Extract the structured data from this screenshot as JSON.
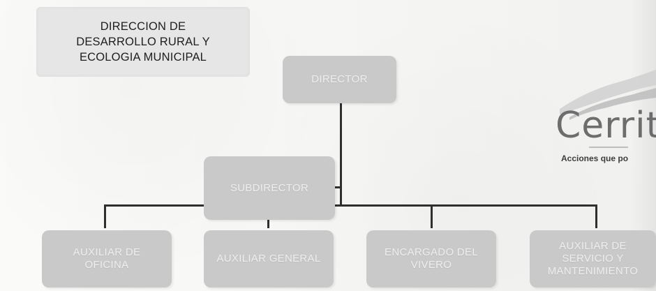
{
  "title_lines": [
    "DIRECCION DE",
    "DESARROLLO RURAL Y",
    "ECOLOGIA MUNICIPAL"
  ],
  "org": {
    "director": "DIRECTOR",
    "subdirector": "SUBDIRECTOR",
    "staff": [
      {
        "lines": [
          "AUXILIAR DE",
          "OFICINA"
        ]
      },
      {
        "lines": [
          "AUXILIAR GENERAL"
        ]
      },
      {
        "lines": [
          "ENCARGADO DEL",
          "VIVERO"
        ]
      },
      {
        "lines": [
          "AUXILIAR DE",
          "SERVICIO Y",
          "MANTENIMIENTO"
        ]
      }
    ]
  },
  "logo": {
    "name": "Cerrit",
    "tagline": "Acciones que po"
  }
}
